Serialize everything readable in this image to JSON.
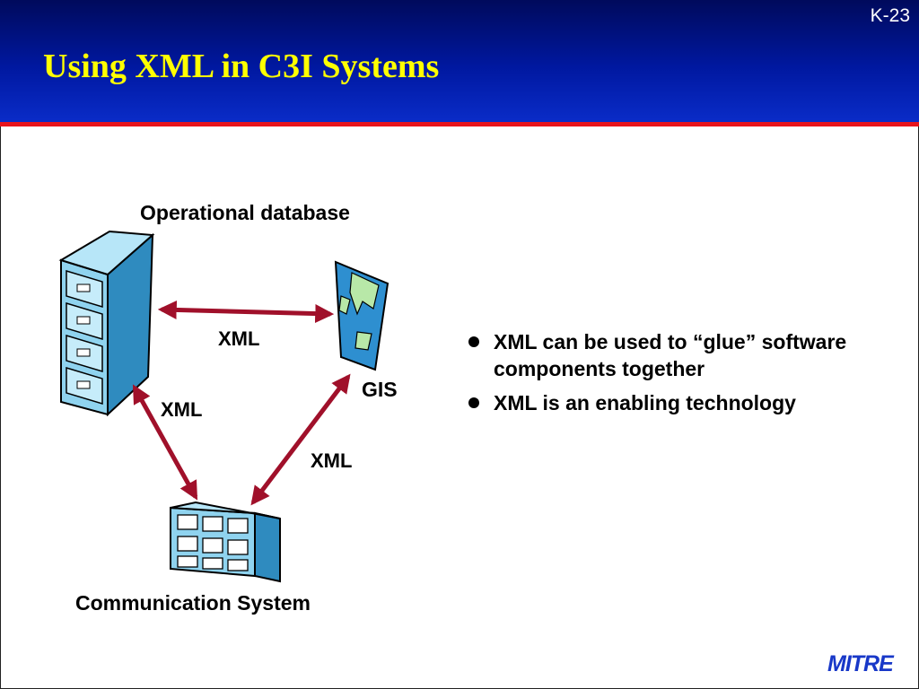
{
  "slide": {
    "number": "K-23",
    "title": "Using XML in C3I Systems"
  },
  "diagram": {
    "database_label": "Operational database",
    "gis_label": "GIS",
    "comm_label": "Communication System",
    "edge_db_gis": "XML",
    "edge_db_comm": "XML",
    "edge_gis_comm": "XML"
  },
  "bullets": [
    "XML can be used to “glue” software components together",
    "XML is an enabling technology"
  ],
  "logo": "MITRE",
  "colors": {
    "header_dark": "#000a5c",
    "header_light": "#0a2cc8",
    "title": "#ffff00",
    "rule": "#e8141c",
    "arrow": "#a0102a",
    "cabinet": "#5ab4d8",
    "logo": "#1838c8"
  }
}
